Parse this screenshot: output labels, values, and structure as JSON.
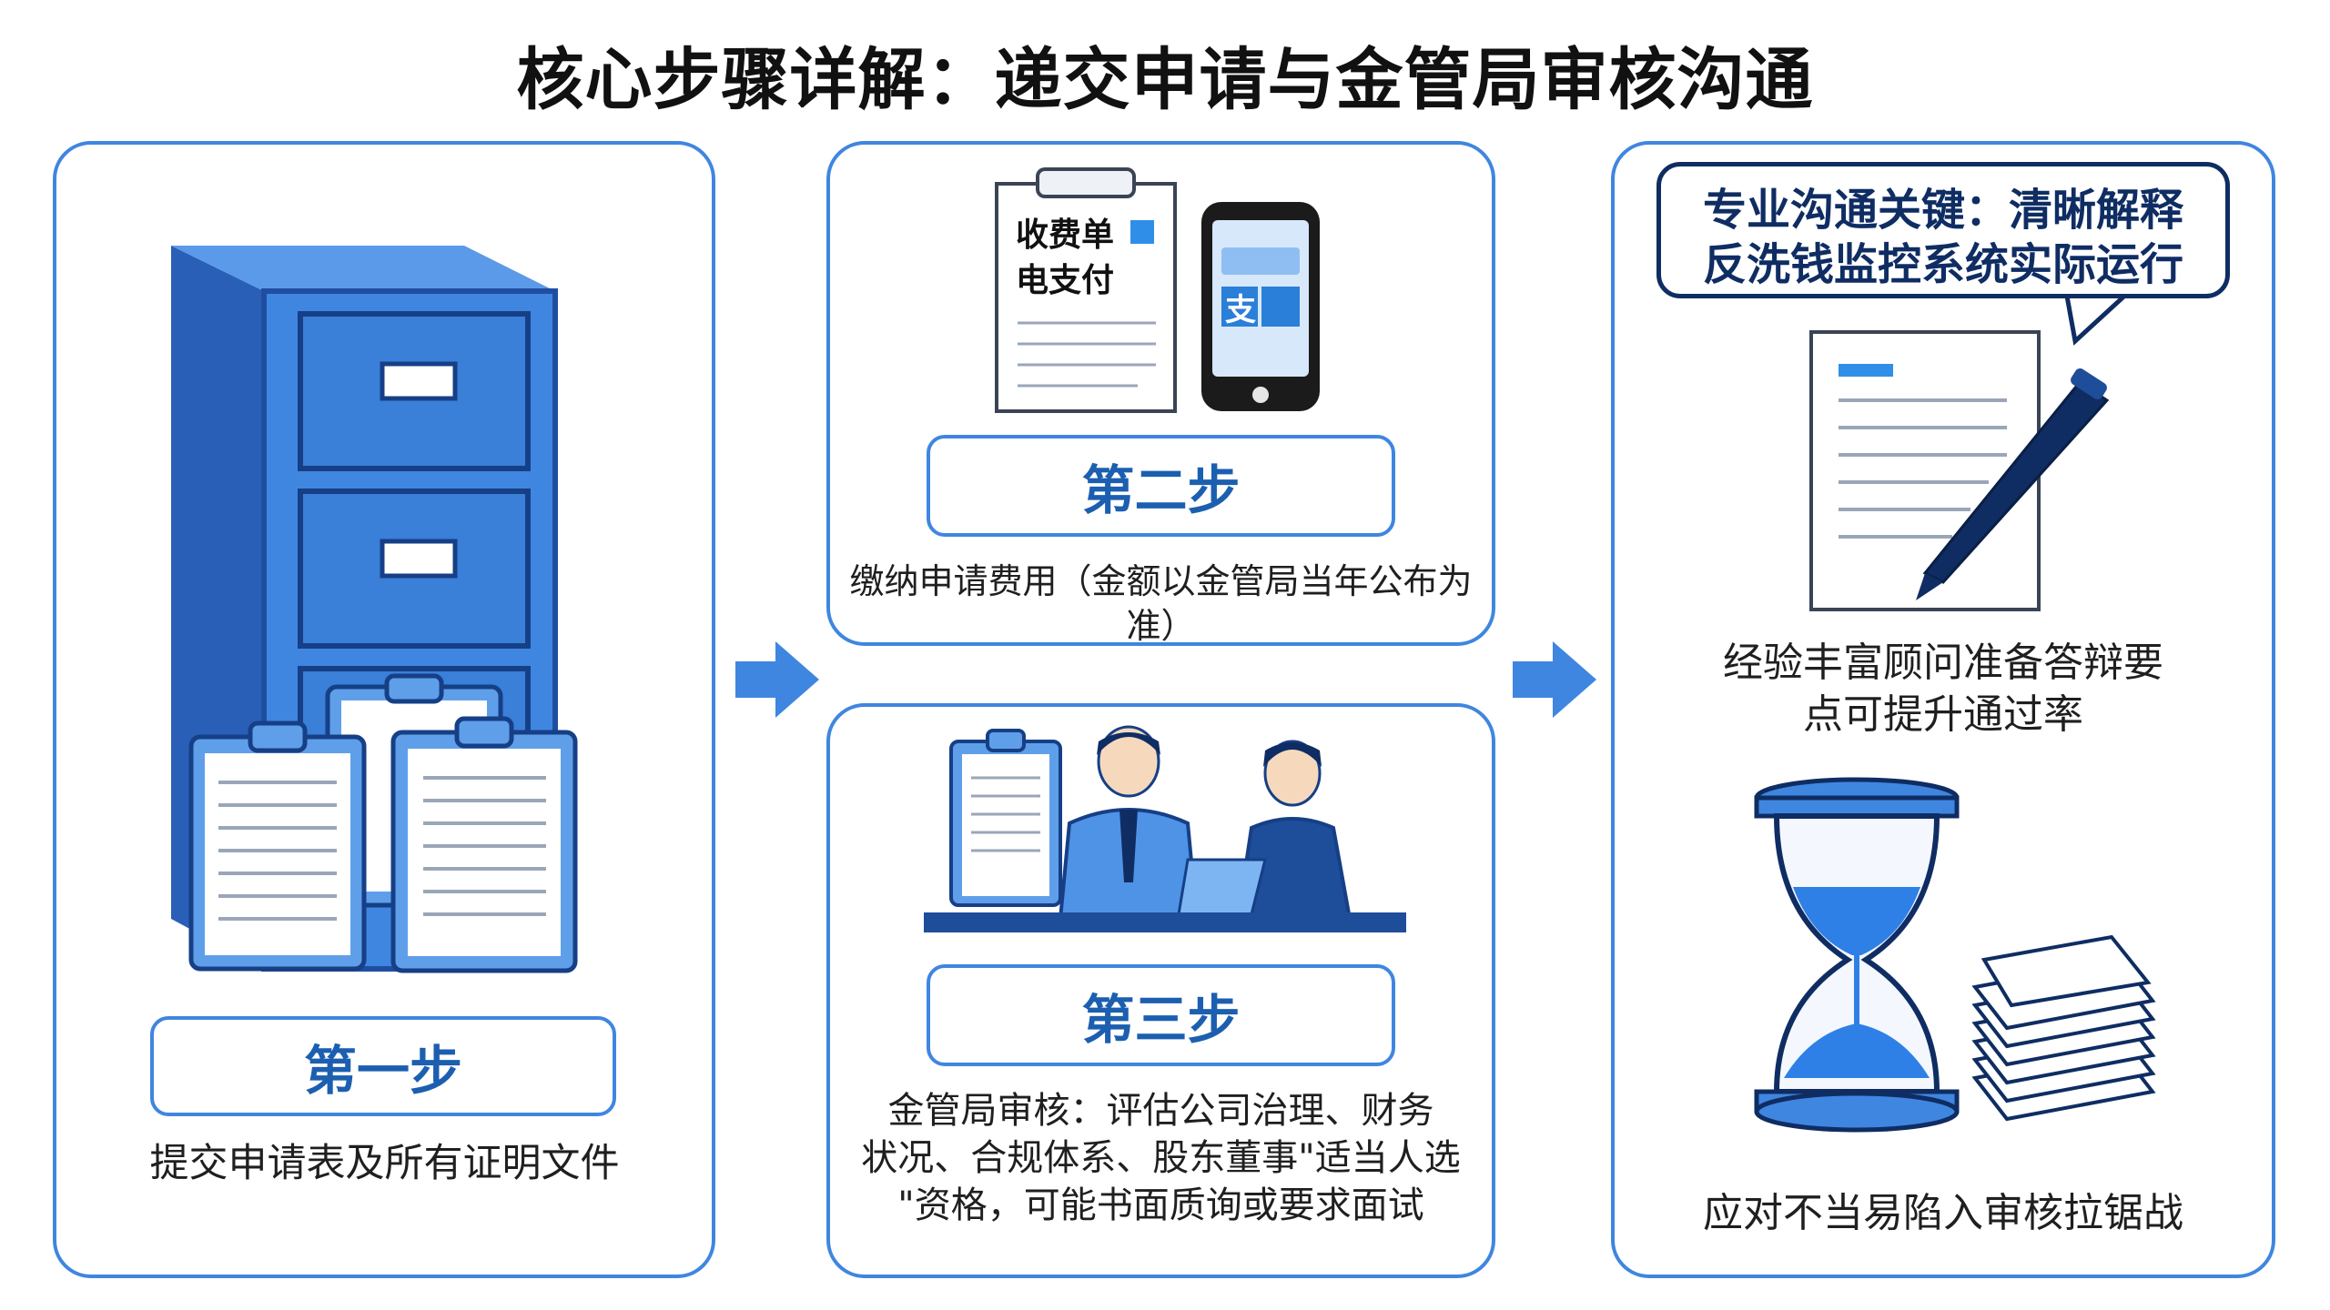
{
  "title": "核心步骤详解：递交申请与金管局审核沟通",
  "colors": {
    "accent": "#3f86e0",
    "dark_blue": "#1c5fb0",
    "navy": "#0f2d63",
    "light_blue": "#cfe2fb"
  },
  "step1": {
    "label": "第一步",
    "caption": "提交申请表及所有证明文件",
    "icon": "filing-cabinet-icon"
  },
  "step2": {
    "label": "第二步",
    "caption": "缴纳申请费用（金额以金管局当年公布为准）",
    "receipt_line1": "收费单",
    "receipt_line2": "电支付",
    "phone_text": "支",
    "icon": "payment-icon"
  },
  "step3": {
    "label": "第三步",
    "caption_lines": [
      "金管局审核：评估公司治理、财务",
      "状况、合规体系、股东董事\"适当人选",
      "\"资格，可能书面质询或要求面试"
    ],
    "icon": "meeting-icon"
  },
  "step4": {
    "callout_lines": [
      "专业沟通关键：清晰解释",
      "反洗钱监控系统实际运行"
    ],
    "tip_lines": [
      "经验丰富顾问准备答辩要",
      "点可提升通过率"
    ],
    "warning": "应对不当易陷入审核拉锯战",
    "icons": [
      "document-pen-icon",
      "hourglass-icon"
    ]
  }
}
